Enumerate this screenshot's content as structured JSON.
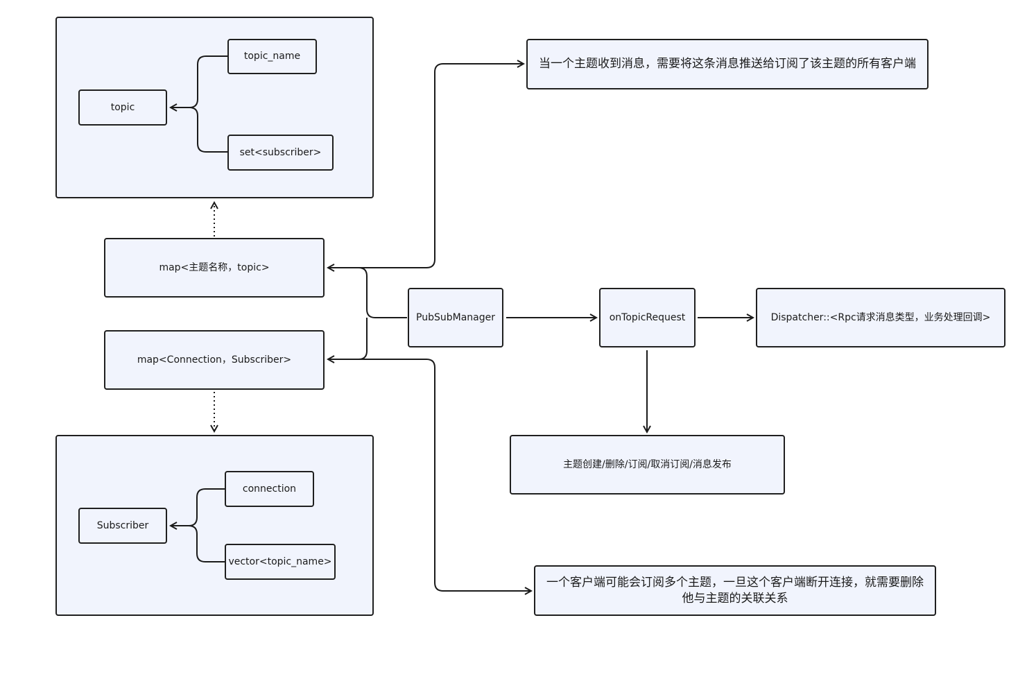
{
  "topic_group": {
    "root": "topic",
    "children": [
      "topic_name",
      "set<subscriber>"
    ]
  },
  "subscriber_group": {
    "root": "Subscriber",
    "children": [
      "connection",
      "vector<topic_name>"
    ]
  },
  "maps": {
    "topic_map": "map<主题名称，topic>",
    "subscriber_map": "map<Connection，Subscriber>"
  },
  "center": {
    "manager": "PubSubManager",
    "request": "onTopicRequest",
    "dispatcher": "Dispatcher::<Rpc请求消息类型，业务处理回调>",
    "operations": "主题创建/删除/订阅/取消订阅/消息发布"
  },
  "notes": {
    "publish_note": "当一个主题收到消息，需要将这条消息推送给订阅了该主题的所有客户端",
    "disconnect_note": "一个客户端可能会订阅多个主题，一旦这个客户端断开连接，就需要删除他与主题的关联关系"
  }
}
